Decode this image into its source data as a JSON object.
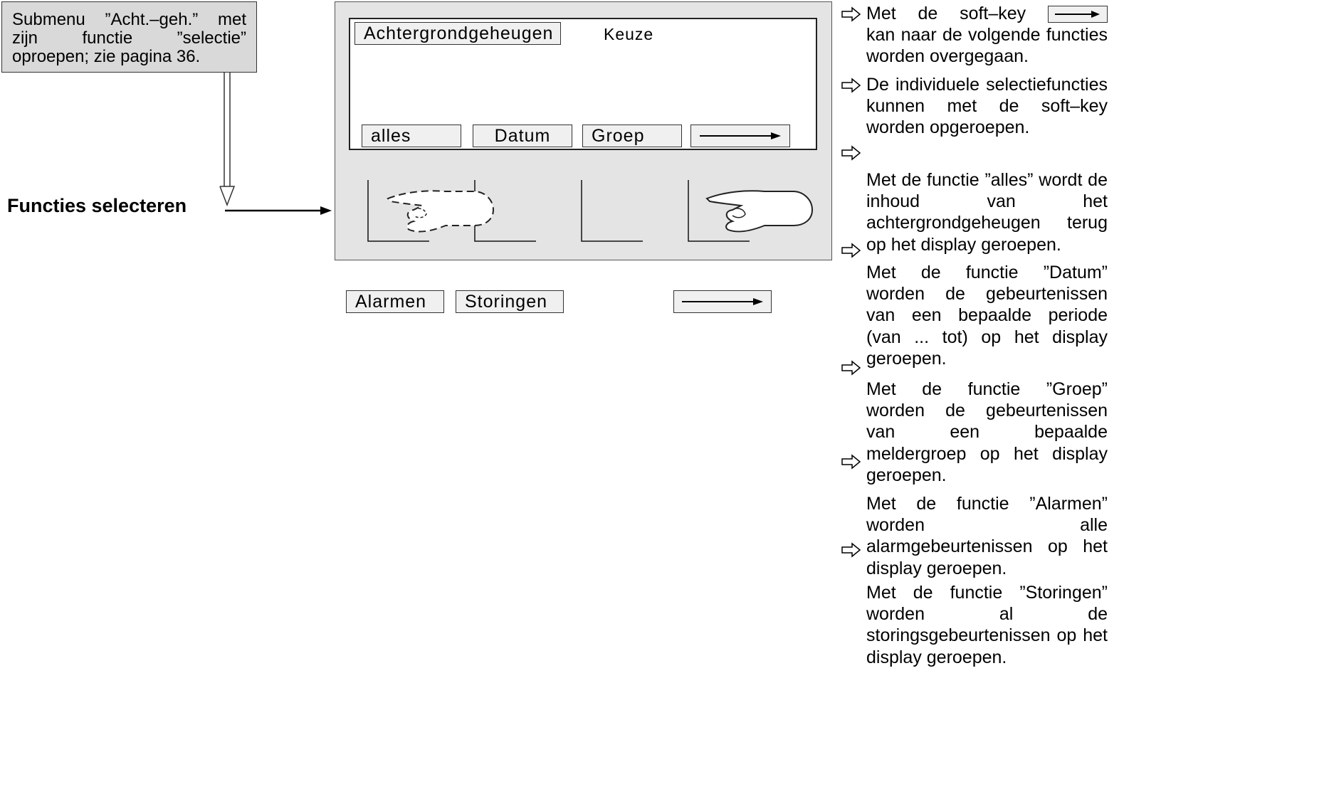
{
  "callout": {
    "text": "Submenu ”Acht.–geh.” met zijn functie ”selectie” oproepen; zie pagina 36."
  },
  "heading": "Functies selecteren",
  "display": {
    "title": "Achtergrondgeheugen",
    "status": "Keuze",
    "softkeys": [
      "alles",
      "Datum",
      "Groep"
    ]
  },
  "bottom_keys": [
    "Alarmen",
    "Storingen"
  ],
  "arrow_icon": "right-arrow-icon",
  "hand_icon": "pointing-hand-icon",
  "bullet_icon": "outline-right-arrow-icon",
  "notes": [
    {
      "lead": "Met de soft–key",
      "tail": "kan naar de volgende functies worden overgegaan."
    },
    {
      "text": "De individuele selectiefuncties kunnen met de soft–key worden opgeroepen."
    },
    {
      "text": "Met de functie ”alles” wordt de inhoud van het achtergrondgeheugen terug op het display geroepen."
    },
    {
      "text": "Met de functie ”Datum” worden de gebeurtenissen van een bepaalde periode (van ... tot) op het display geroepen."
    },
    {
      "text": "Met de functie ”Groep” worden de gebeurtenissen van een bepaalde meldergroep op het display geroepen."
    },
    {
      "text": "Met de functie ”Alarmen” worden alle alarmgebeurtenissen op het display geroepen."
    },
    {
      "text": "Met de functie ”Storingen” worden al de storingsgebeurtenissen op het display geroepen."
    }
  ]
}
